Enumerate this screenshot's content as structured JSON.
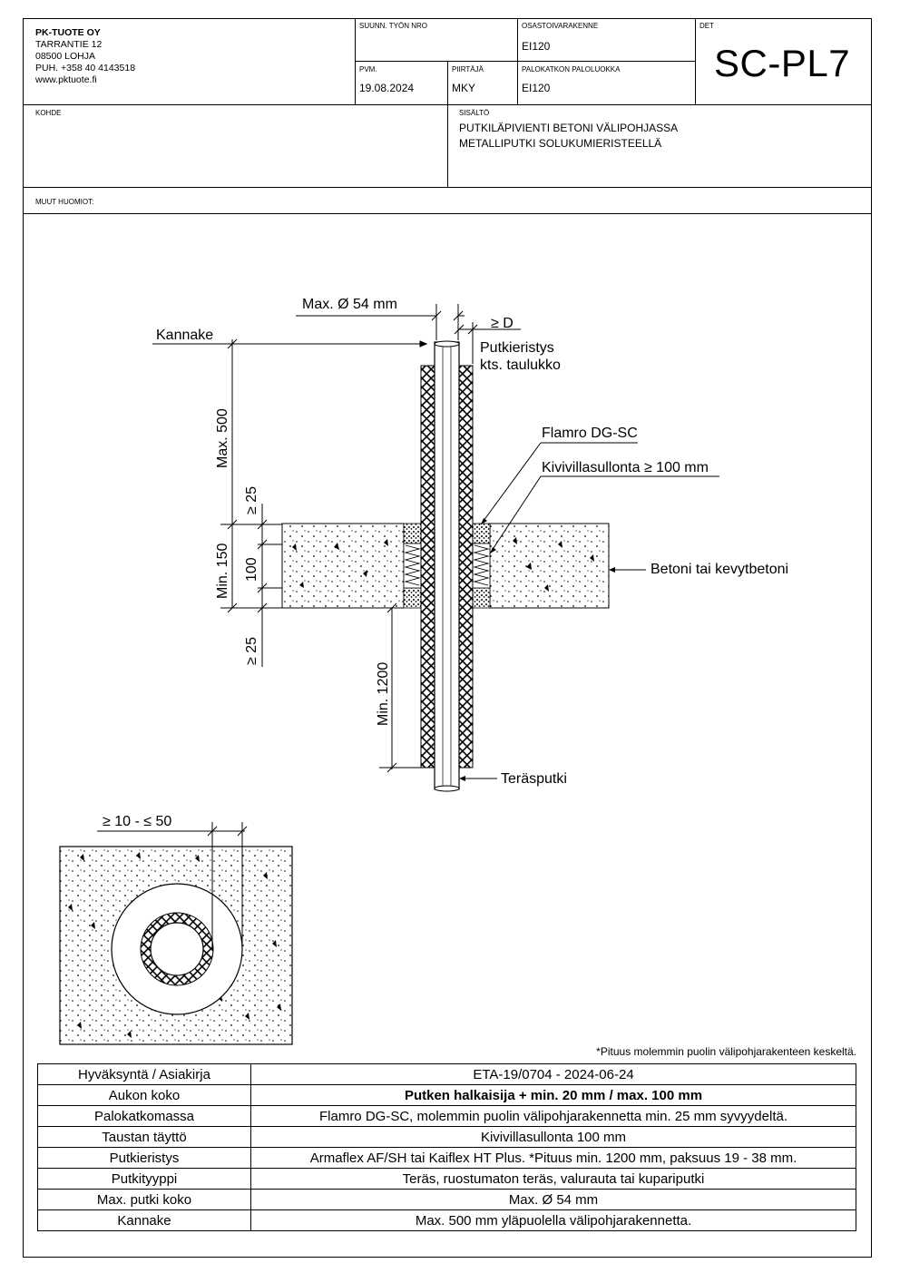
{
  "company": {
    "name": "PK-TUOTE OY",
    "street": "TARRANTIE 12",
    "city": "08500 LOHJA",
    "phone": "PUH. +358 40 4143518",
    "web": "www.pktuote.fi"
  },
  "header": {
    "work_no_label": "SUUNN. TYÖN NRO",
    "work_no": "",
    "structure_label": "OSASTOIVARAKENNE",
    "structure": "EI120",
    "det_label": "DET",
    "det": "SC-PL7",
    "date_label": "PVM.",
    "date": "19.08.2024",
    "drawer_label": "PIIRTÄJÄ",
    "drawer": "MKY",
    "fire_class_label": "PALOKATKON PALOLUOKKA",
    "fire_class": "EI120",
    "target_label": "KOHDE",
    "target": "",
    "content_label": "SISÄLTÖ",
    "content_line1": "PUTKILÄPIVIENTI BETONI VÄLIPOHJASSA",
    "content_line2": "METALLIPUTKI SOLUKUMIERISTEELLÄ",
    "notes_label": "MUUT HUOMIOT:"
  },
  "drawing": {
    "max_diameter": "Max. Ø 54 mm",
    "ge_d": "≥ D",
    "kannake": "Kannake",
    "insulation_1": "Putkieristys",
    "insulation_2": "kts. taulukko",
    "max500": "Max. 500",
    "flamro": "Flamro DG-SC",
    "mineral_wool": "Kivivillasullonta ≥ 100 mm",
    "ge25_top": "≥ 25",
    "min150": "Min. 150",
    "dim100": "100",
    "concrete": "Betoni tai kevytbetoni",
    "ge25_bottom": "≥ 25",
    "min1200": "Min. 1200",
    "steel_pipe": "Teräsputki",
    "gap": "≥ 10 - ≤ 50"
  },
  "footnote": "*Pituus molemmin puolin välipohjarakenteen keskeltä.",
  "spec_table": [
    {
      "key": "Hyväksyntä / Asiakirja",
      "value": "ETA-19/0704 - 2024-06-24",
      "bold": false
    },
    {
      "key": "Aukon koko",
      "value": "Putken halkaisija + min. 20 mm / max. 100 mm",
      "bold": true
    },
    {
      "key": "Palokatkomassa",
      "value": "Flamro DG-SC, molemmin puolin välipohjarakennetta min. 25 mm syvyydeltä.",
      "bold": false
    },
    {
      "key": "Taustan täyttö",
      "value": "Kivivillasullonta 100 mm",
      "bold": false
    },
    {
      "key": "Putkieristys",
      "value": "Armaflex AF/SH tai Kaiflex HT Plus. *Pituus min. 1200 mm, paksuus 19 - 38 mm.",
      "bold": false
    },
    {
      "key": "Putkityyppi",
      "value": "Teräs, ruostumaton teräs, valurauta tai kupariputki",
      "bold": false
    },
    {
      "key": "Max. putki koko",
      "value": "Max. Ø 54 mm",
      "bold": false
    },
    {
      "key": "Kannake",
      "value": "Max. 500 mm yläpuolella välipohjarakennetta.",
      "bold": false
    }
  ]
}
